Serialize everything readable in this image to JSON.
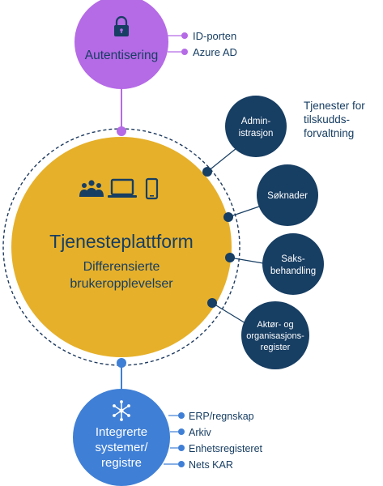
{
  "top_node": {
    "label": "Autentisering",
    "icon": "lock-icon",
    "items": [
      "ID-porten",
      "Azure AD"
    ]
  },
  "center": {
    "icons": [
      "users-icon",
      "laptop-icon",
      "phone-icon"
    ],
    "title": "Tjenesteplattform",
    "subtitle_line1": "Differensierte",
    "subtitle_line2": "brukeropplevelser"
  },
  "right_group": {
    "label_lines": [
      "Tjenester for",
      "tilskudds-",
      "forvaltning"
    ],
    "services": [
      {
        "lines": [
          "Admin-",
          "istrasjon"
        ]
      },
      {
        "lines": [
          "Søknader"
        ]
      },
      {
        "lines": [
          "Saks-",
          "behandling"
        ]
      },
      {
        "lines": [
          "Aktør- og",
          "organisasjons-",
          "register"
        ]
      }
    ]
  },
  "bottom_node": {
    "label_lines": [
      "Integrerte",
      "systemer/",
      "registre"
    ],
    "icon": "network-icon",
    "items": [
      "ERP/regnskap",
      "Arkiv",
      "Enhetsregisteret",
      "Nets KAR"
    ]
  },
  "colors": {
    "purple": "#B56AE6",
    "gold": "#E6B02A",
    "navy": "#173E63",
    "blue": "#3F7FD6",
    "dashed": "#1E3A5F"
  }
}
